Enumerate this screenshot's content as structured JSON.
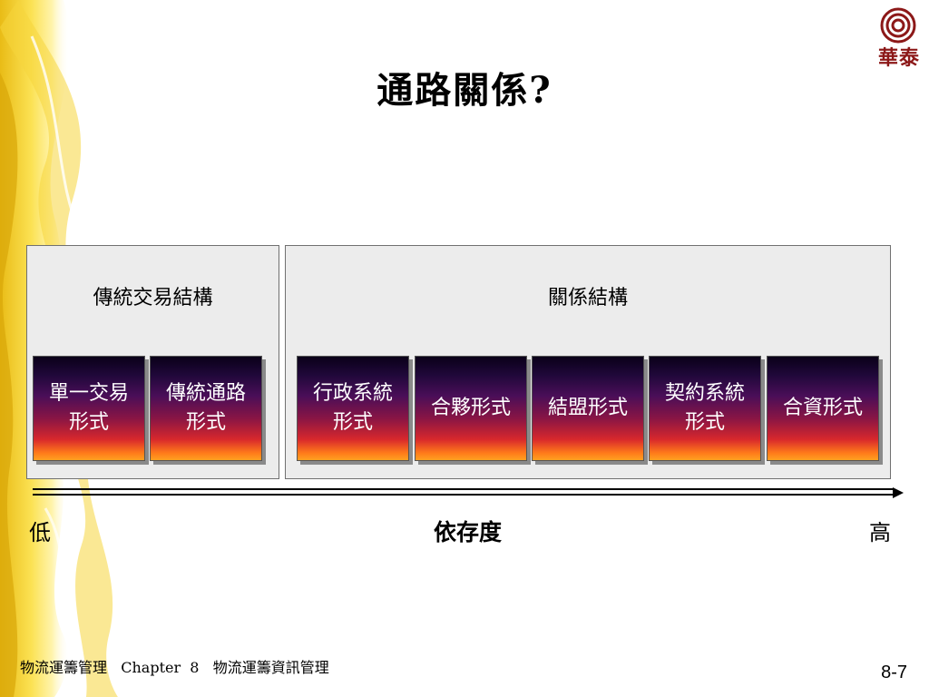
{
  "slide": {
    "title": "通路關係?"
  },
  "logo": {
    "text": "華泰",
    "icon": "concentric-rings-logo"
  },
  "groups": {
    "traditional": {
      "label": "傳統交易結構",
      "boxes": [
        [
          "單一交易",
          "形式"
        ],
        [
          "傳統通路",
          "形式"
        ]
      ]
    },
    "relational": {
      "label": "關係結構",
      "boxes": [
        [
          "行政系統",
          "形式"
        ],
        [
          "合夥形式"
        ],
        [
          "結盟形式"
        ],
        [
          "契約系統",
          "形式"
        ],
        [
          "合資形式"
        ]
      ]
    }
  },
  "axis": {
    "low": "低",
    "center": "依存度",
    "high": "高"
  },
  "footer": {
    "text": "物流運籌管理   Chapter  8   物流運籌資訊管理",
    "page": "8-7"
  },
  "colors": {
    "box_top": "#0a0018",
    "box_mid": "#8a1544",
    "box_bottom": "#ffa020",
    "logo_red": "#8c1818",
    "decoration_yellow": "#f5d21a"
  }
}
